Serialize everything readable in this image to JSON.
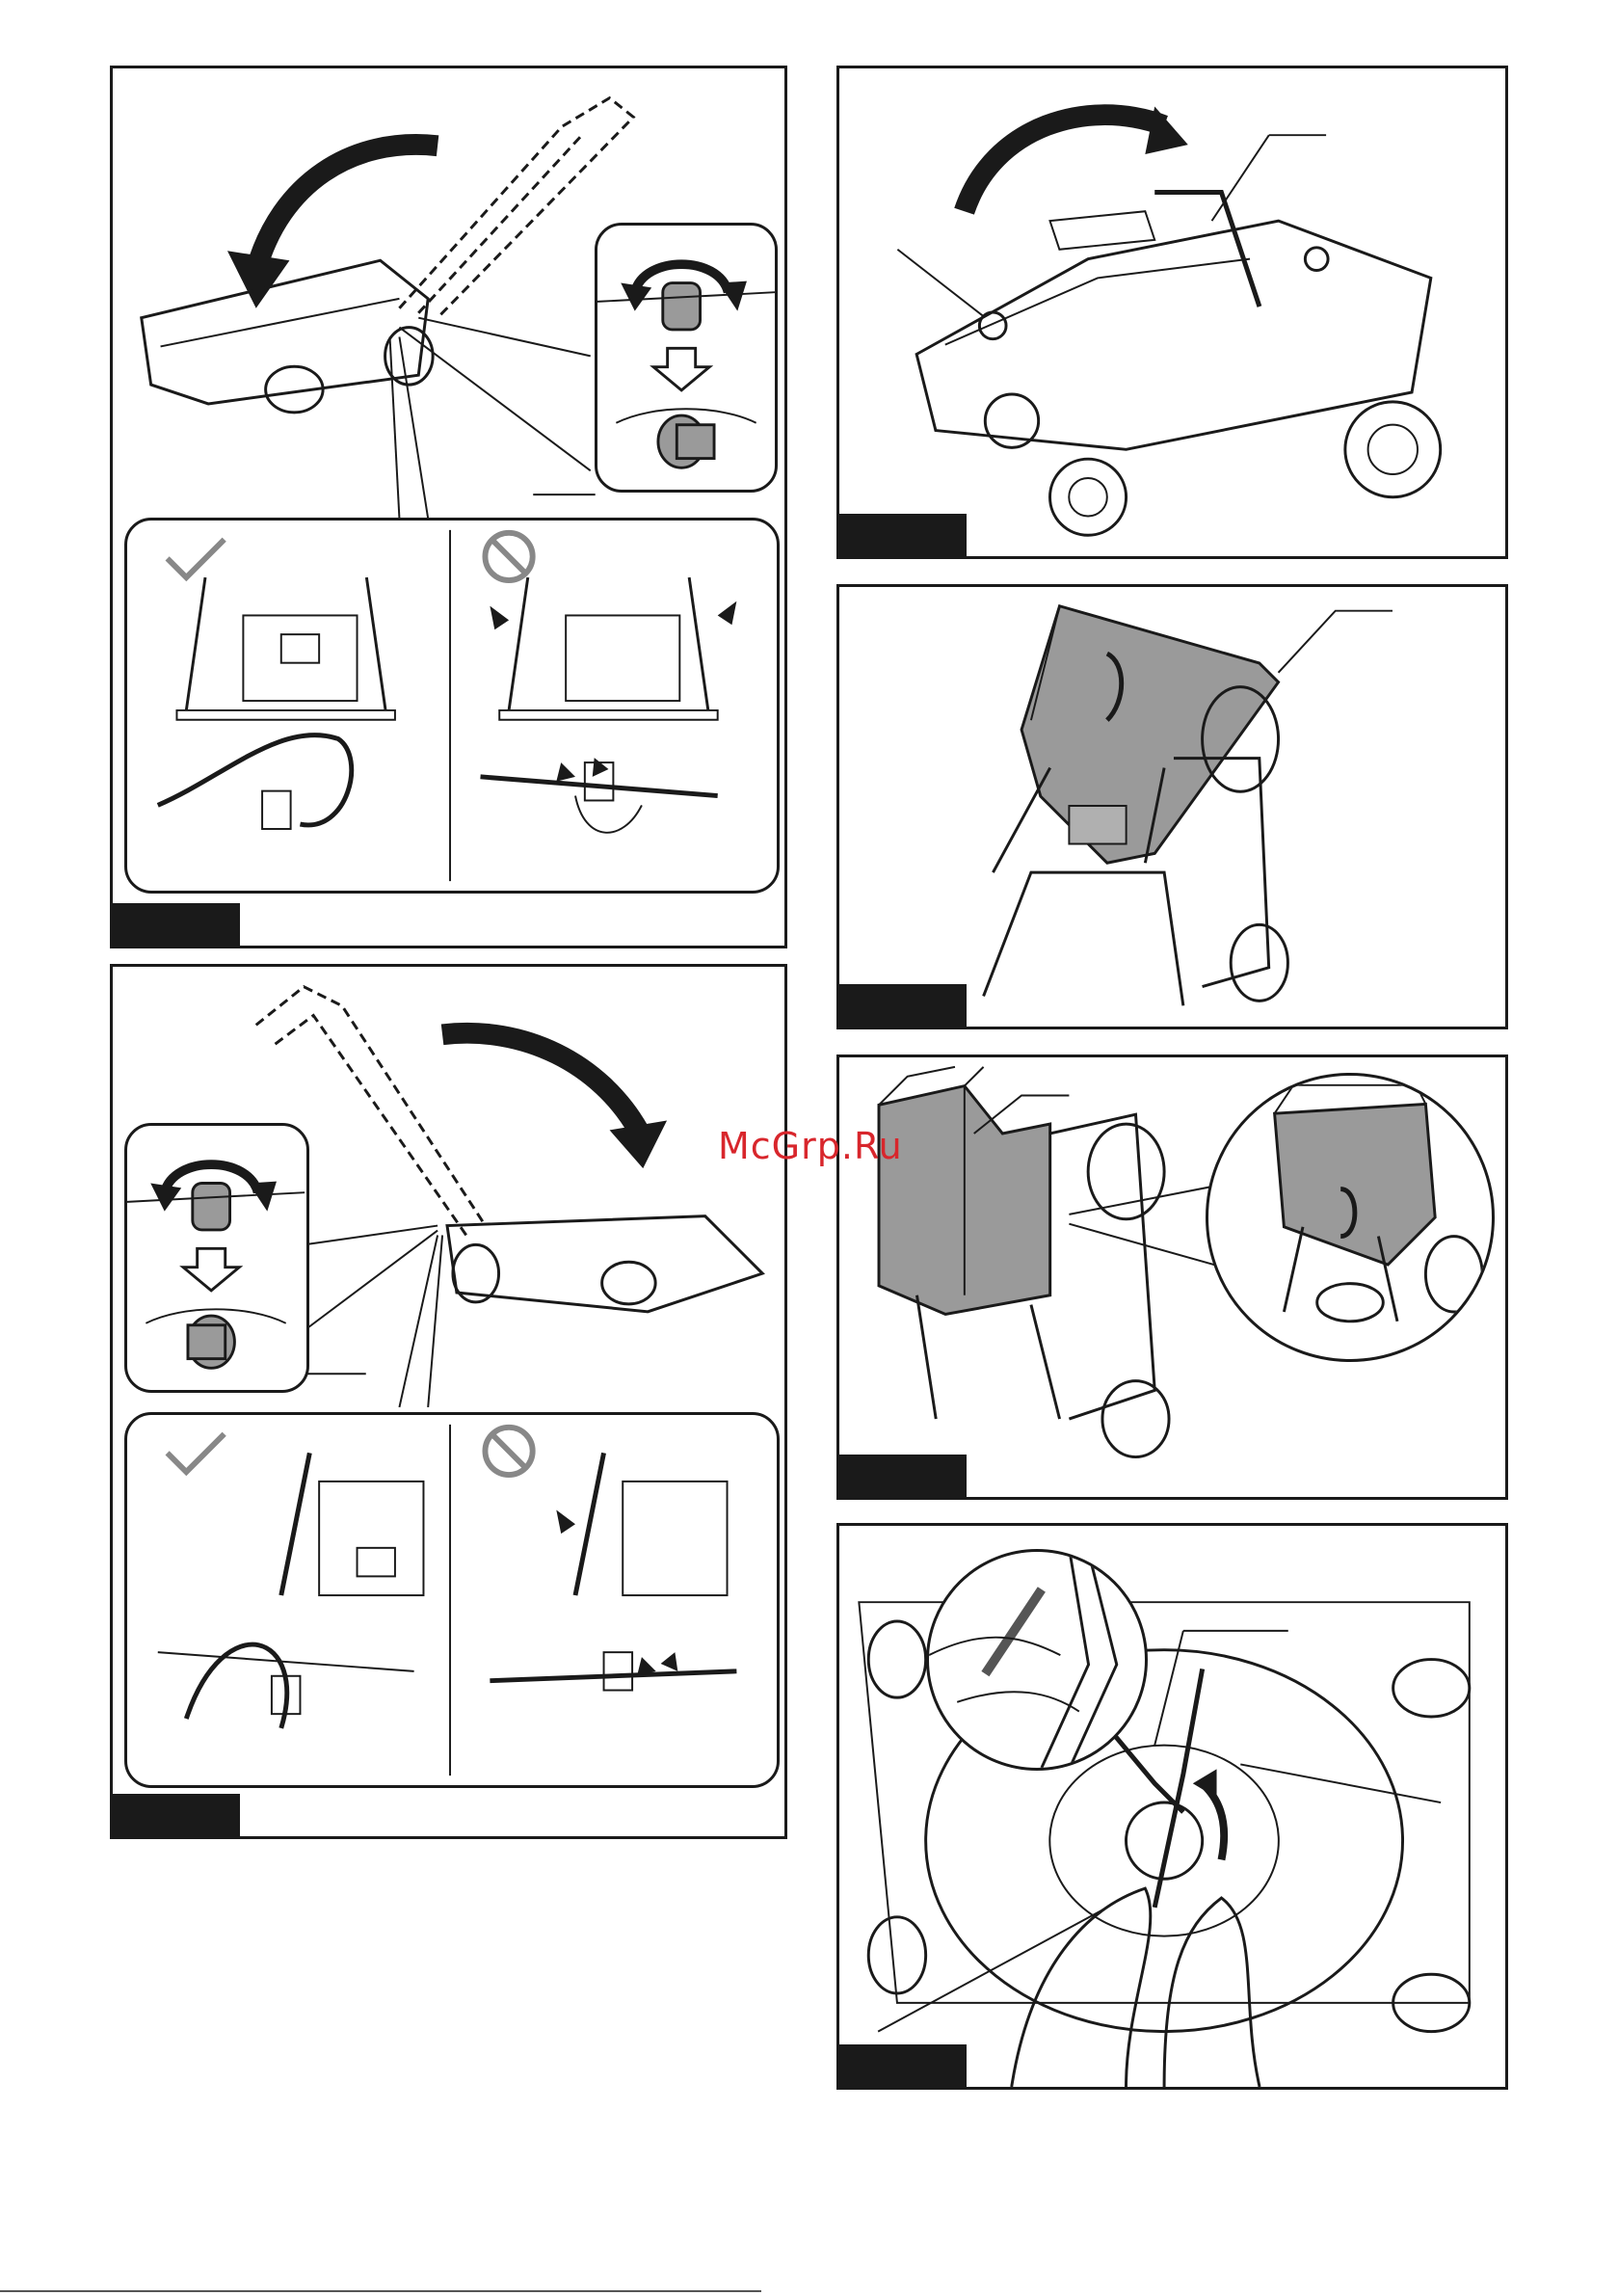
{
  "watermark": "McGrp.Ru",
  "figures": [
    {
      "id": "fig-1",
      "description": ""
    },
    {
      "id": "fig-2",
      "description": ""
    },
    {
      "id": "fig-3",
      "description": ""
    },
    {
      "id": "fig-4",
      "description": ""
    },
    {
      "id": "fig-5",
      "description": ""
    },
    {
      "id": "fig-6",
      "description": ""
    }
  ],
  "icons": {
    "correct": "check-icon",
    "incorrect": "prohibited-icon",
    "rotate": "rotate-arrow-icon",
    "down": "down-arrow-icon"
  },
  "colors": {
    "ink": "#1a1a1a",
    "fill_gray": "#9a9a9a",
    "watermark": "#d8262c"
  }
}
